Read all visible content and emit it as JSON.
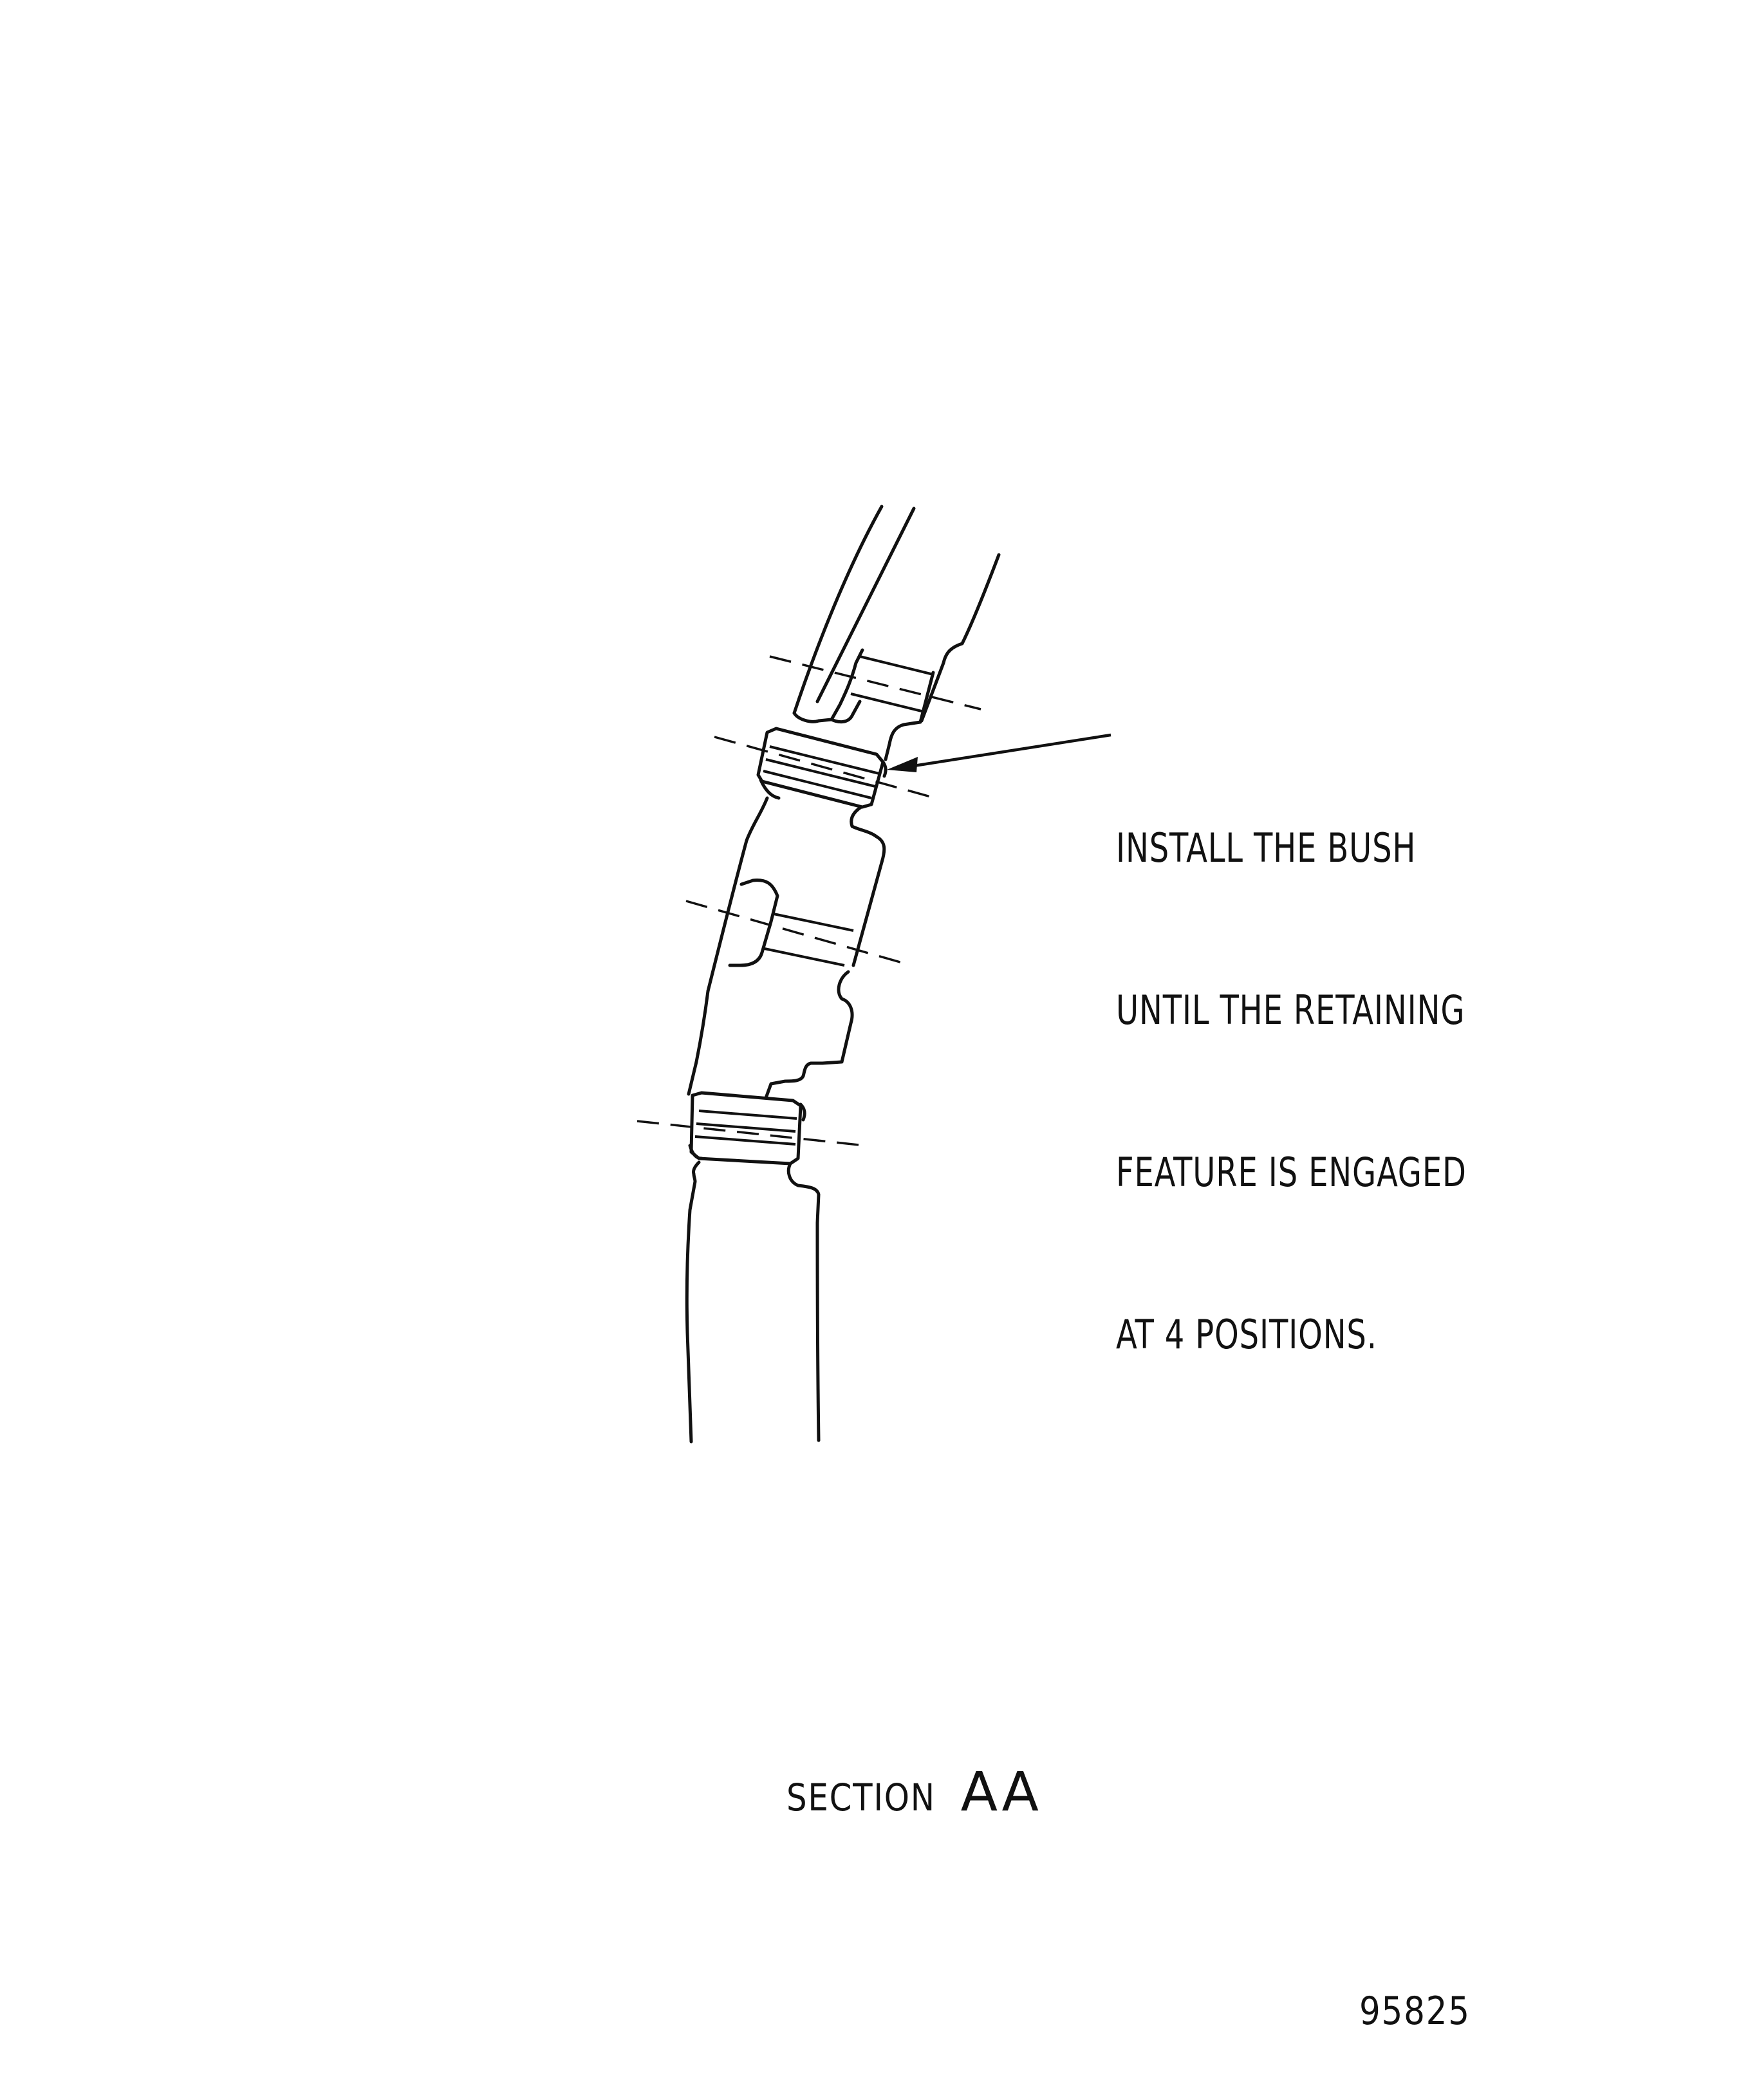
{
  "drawing": {
    "callout_lines": [
      "INSTALL THE BUSH",
      "UNTIL THE RETAINING",
      "FEATURE IS ENGAGED",
      "AT 4 POSITIONS."
    ],
    "section_word": "SECTION",
    "section_letters": "AA",
    "drawing_number": "95825"
  }
}
